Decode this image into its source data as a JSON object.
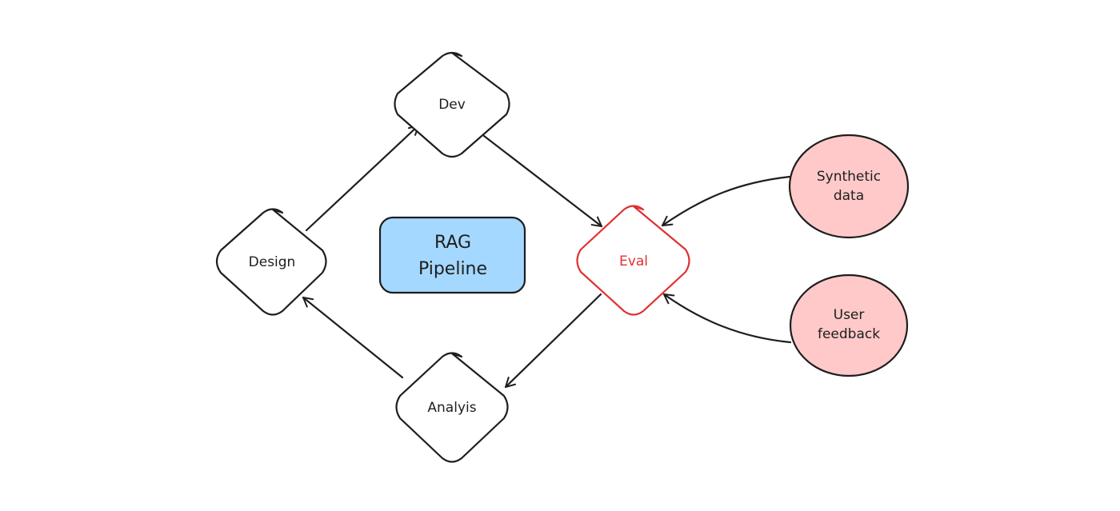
{
  "colors": {
    "stroke": "#1e1e1e",
    "eval_accent": "#e03131",
    "center_fill": "#a5d8ff",
    "source_fill": "#ffc9c9",
    "background": "#ffffff"
  },
  "center": {
    "line1": "RAG",
    "line2": "Pipeline"
  },
  "nodes": {
    "dev": "Dev",
    "design": "Design",
    "eval": "Eval",
    "analysis": "Analyis"
  },
  "sources": {
    "synthetic_line1": "Synthetic",
    "synthetic_line2": "data",
    "feedback_line1": "User",
    "feedback_line2": "feedback"
  }
}
